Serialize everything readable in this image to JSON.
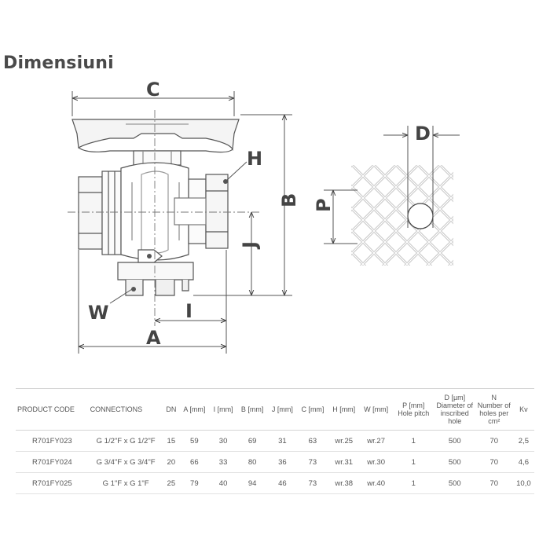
{
  "page": {
    "heading": "Dimensiuni"
  },
  "drawing": {
    "labels": {
      "C": "C",
      "H": "H",
      "B": "B",
      "J": "J",
      "W": "W",
      "I": "I",
      "A": "A",
      "D": "D",
      "P": "P"
    }
  },
  "table": {
    "headers": [
      {
        "key": "code",
        "label": "PRODUCT CODE"
      },
      {
        "key": "connections",
        "label": "CONNECTIONS"
      },
      {
        "key": "dn",
        "label": "DN"
      },
      {
        "key": "a",
        "label": "A [mm]"
      },
      {
        "key": "i",
        "label": "I [mm]"
      },
      {
        "key": "b",
        "label": "B [mm]"
      },
      {
        "key": "j",
        "label": "J [mm]"
      },
      {
        "key": "c",
        "label": "C [mm]"
      },
      {
        "key": "h",
        "label": "H [mm]"
      },
      {
        "key": "w",
        "label": "W [mm]"
      },
      {
        "key": "p",
        "label": "P [mm]",
        "sub": "Hole pitch"
      },
      {
        "key": "d",
        "label": "D [µm]",
        "sub": "Diameter of inscribed hole"
      },
      {
        "key": "n",
        "label": "N",
        "sub": "Number of holes per cm²"
      },
      {
        "key": "kv",
        "label": "Kv"
      }
    ],
    "rows": [
      {
        "code": "R701FY023",
        "connections": "G 1/2\"F x G 1/2\"F",
        "dn": "15",
        "a": "59",
        "i": "30",
        "b": "69",
        "j": "31",
        "c": "63",
        "h": "wr.25",
        "w": "wr.27",
        "p": "1",
        "d": "500",
        "n": "70",
        "kv": "2,5"
      },
      {
        "code": "R701FY024",
        "connections": "G 3/4\"F x G 3/4\"F",
        "dn": "20",
        "a": "66",
        "i": "33",
        "b": "80",
        "j": "36",
        "c": "73",
        "h": "wr.31",
        "w": "wr.30",
        "p": "1",
        "d": "500",
        "n": "70",
        "kv": "4,6"
      },
      {
        "code": "R701FY025",
        "connections": "G 1\"F x G 1\"F",
        "dn": "25",
        "a": "79",
        "i": "40",
        "b": "94",
        "j": "46",
        "c": "73",
        "h": "wr.38",
        "w": "wr.40",
        "p": "1",
        "d": "500",
        "n": "70",
        "kv": "10,0"
      }
    ]
  }
}
